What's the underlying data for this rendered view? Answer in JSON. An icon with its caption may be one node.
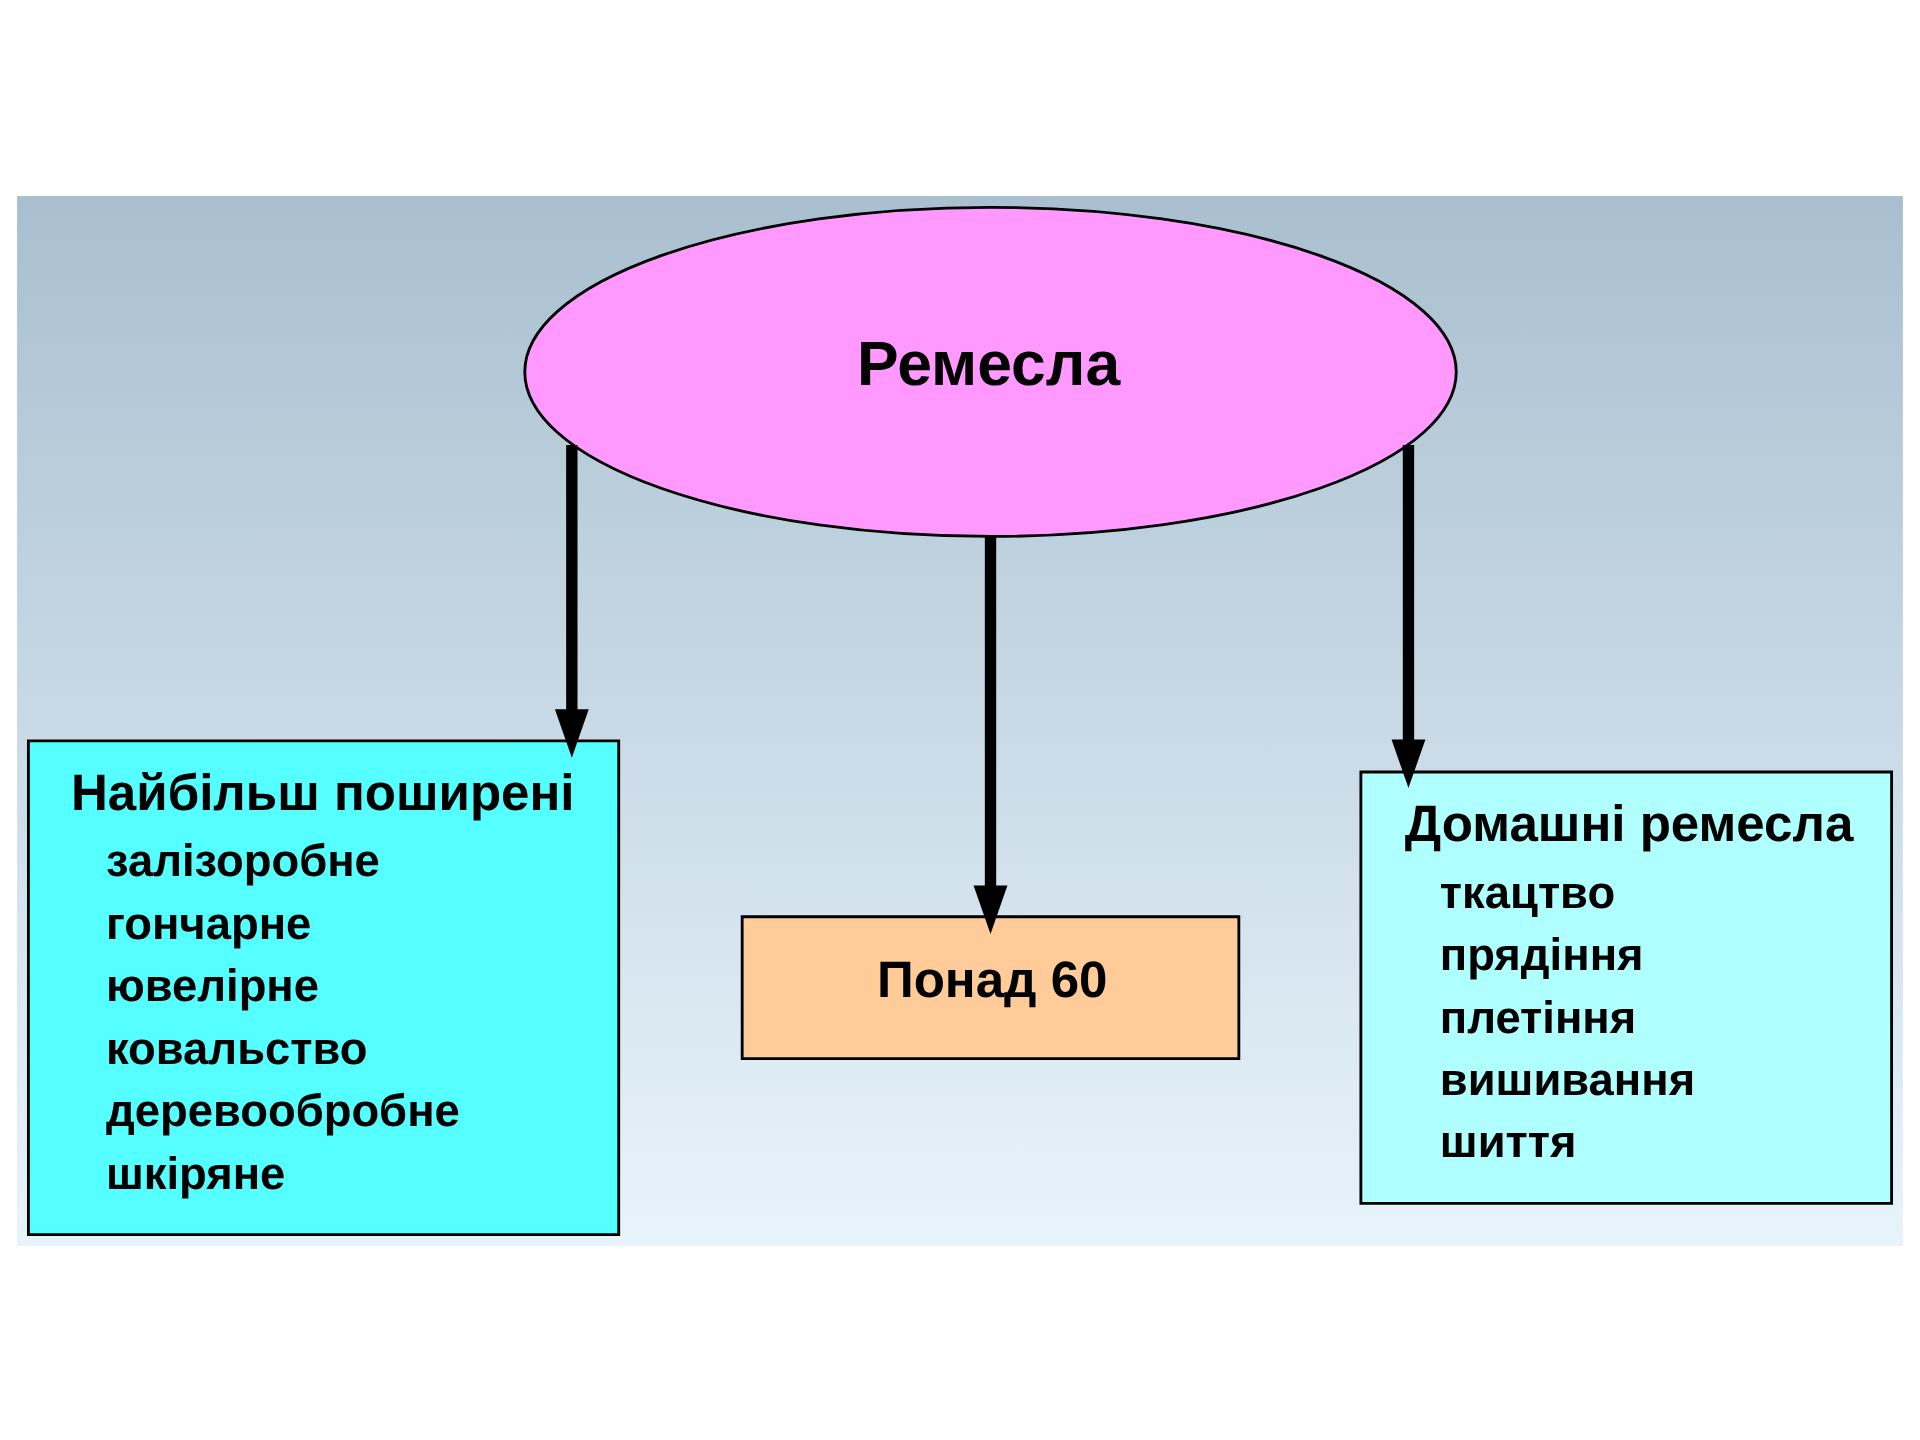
{
  "diagram": {
    "nodes": [
      {
        "text": [
          "Ремесла"
        ]
      },
      {
        "text": [
          "Понад 60"
        ]
      },
      {
        "text": [
          "Найбільш поширені",
          "залізоробне",
          "гончарне",
          "ювелірне",
          "ковальство",
          "деревообробне",
          "шкіряне"
        ]
      },
      {
        "text": [
          "Домашні ремесла",
          "ткацтво",
          "прядіння",
          "плетіння",
          "вишивання",
          "шиття"
        ]
      }
    ],
    "edges": [
      {
        "from": 0,
        "to": 2,
        "arrow": "to"
      },
      {
        "from": 0,
        "to": 1,
        "arrow": "to"
      },
      {
        "from": 0,
        "to": 3,
        "arrow": "to"
      }
    ]
  }
}
